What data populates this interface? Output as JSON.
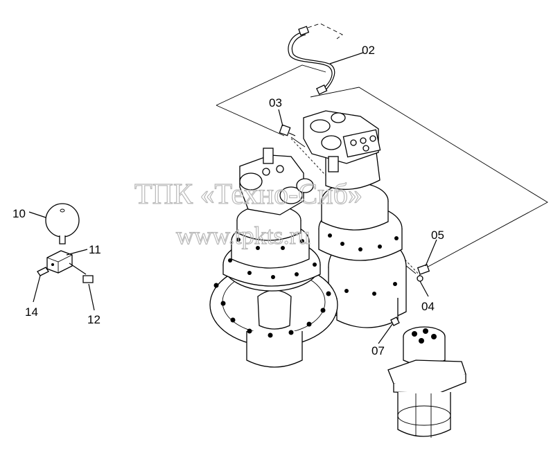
{
  "watermark": {
    "line1": "ТПК «Техно-Сиб»",
    "line2": "www.tpkts.ru"
  },
  "callouts": [
    "02",
    "03",
    "05",
    "04",
    "07",
    "10",
    "11",
    "14",
    "12"
  ]
}
